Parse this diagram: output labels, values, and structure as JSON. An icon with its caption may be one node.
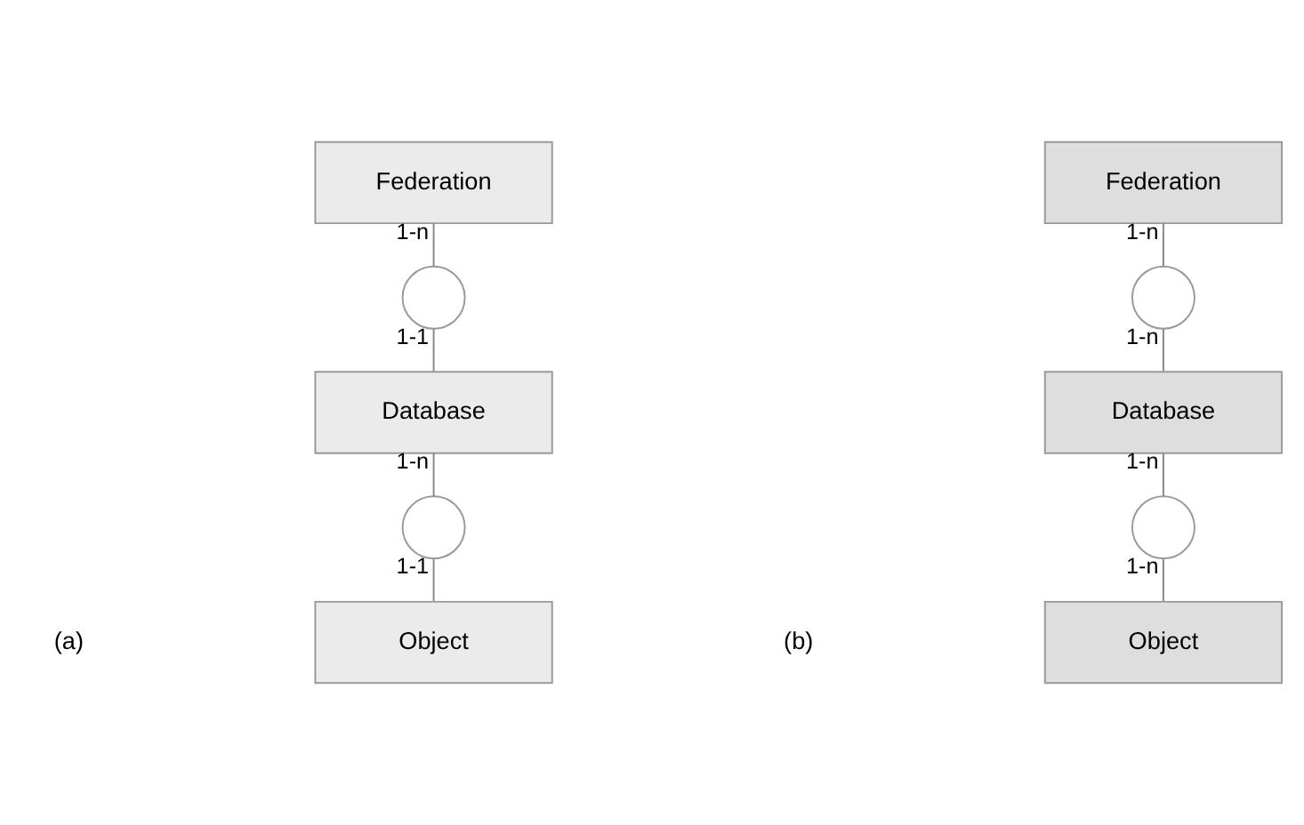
{
  "diagram": {
    "nodes": [
      {
        "text": [
          "Federation"
        ]
      },
      {
        "text": [],
        "shape": "circle"
      },
      {
        "text": [
          "Database"
        ]
      },
      {
        "text": [],
        "shape": "circle"
      },
      {
        "text": [
          "Object"
        ]
      },
      {
        "text": [
          "Federation"
        ]
      },
      {
        "text": [],
        "shape": "circle"
      },
      {
        "text": [
          "Database"
        ]
      },
      {
        "text": [],
        "shape": "circle"
      },
      {
        "text": [
          "Object"
        ]
      }
    ],
    "edges": [
      {
        "from": 0,
        "to": 1,
        "arrow": "none",
        "label": "1-n"
      },
      {
        "from": 1,
        "to": 2,
        "arrow": "none",
        "label": "1-1"
      },
      {
        "from": 2,
        "to": 3,
        "arrow": "none",
        "label": "1-n"
      },
      {
        "from": 3,
        "to": 4,
        "arrow": "none",
        "label": "1-1"
      },
      {
        "from": 5,
        "to": 6,
        "arrow": "none",
        "label": "1-n"
      },
      {
        "from": 6,
        "to": 7,
        "arrow": "none",
        "label": "1-n"
      },
      {
        "from": 7,
        "to": 8,
        "arrow": "none",
        "label": "1-n"
      },
      {
        "from": 8,
        "to": 9,
        "arrow": "none",
        "label": "1-n"
      }
    ],
    "labels": [
      "(a)",
      "(b)"
    ]
  }
}
